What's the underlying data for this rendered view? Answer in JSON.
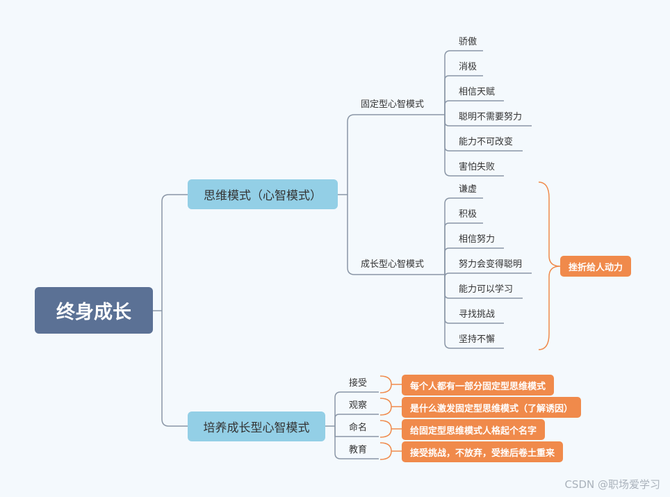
{
  "root": "终身成长",
  "branch1": {
    "label": "思维模式（心智模式）",
    "fixed": {
      "label": "固定型心智模式",
      "items": [
        "骄傲",
        "消极",
        "相信天赋",
        "聪明不需要努力",
        "能力不可改变",
        "害怕失败"
      ]
    },
    "growth": {
      "label": "成长型心智模式",
      "items": [
        "谦虚",
        "积极",
        "相信努力",
        "努力会变得聪明",
        "能力可以学习",
        "寻找挑战",
        "坚持不懈"
      ],
      "callout": "挫折给人动力"
    }
  },
  "branch2": {
    "label": "培养成长型心智模式",
    "items": [
      {
        "label": "接受",
        "note": "每个人都有一部分固定型思维模式"
      },
      {
        "label": "观察",
        "note": "是什么激发固定型思维模式（了解诱因）"
      },
      {
        "label": "命名",
        "note": "给固定型思维模式人格起个名字"
      },
      {
        "label": "教育",
        "note": "接受挑战，不放弃，受挫后卷土重来"
      }
    ]
  },
  "watermark": "CSDN @职场爱学习",
  "colors": {
    "root": "#5b7195",
    "branch": "#93cfe6",
    "callout": "#f08a4b",
    "line": "#8a96a6",
    "bracket": "#f08a4b"
  }
}
